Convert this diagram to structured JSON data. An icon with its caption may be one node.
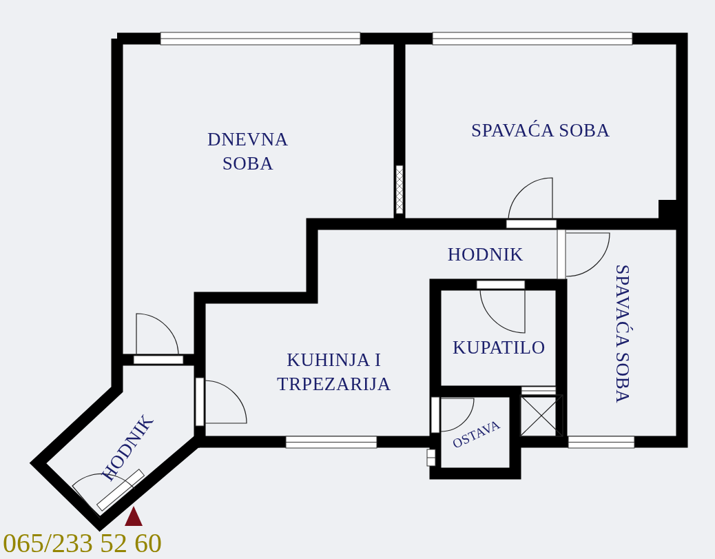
{
  "diagram": {
    "nodes": [
      {
        "text": [
          "DNEVNA SOBA"
        ]
      },
      {
        "text": [
          "SPAVAĆA SOBA"
        ]
      },
      {
        "text": [
          "HODNIK"
        ]
      },
      {
        "text": [
          "SPAVAĆA SOBA"
        ]
      },
      {
        "text": [
          "KUPATILO"
        ]
      },
      {
        "text": [
          "KUHINJA I TRPEZARIJA"
        ]
      },
      {
        "text": [
          "OSTAVA"
        ]
      },
      {
        "text": [
          "HODNIK"
        ]
      }
    ],
    "labels": [
      "065/233 52 60"
    ]
  }
}
